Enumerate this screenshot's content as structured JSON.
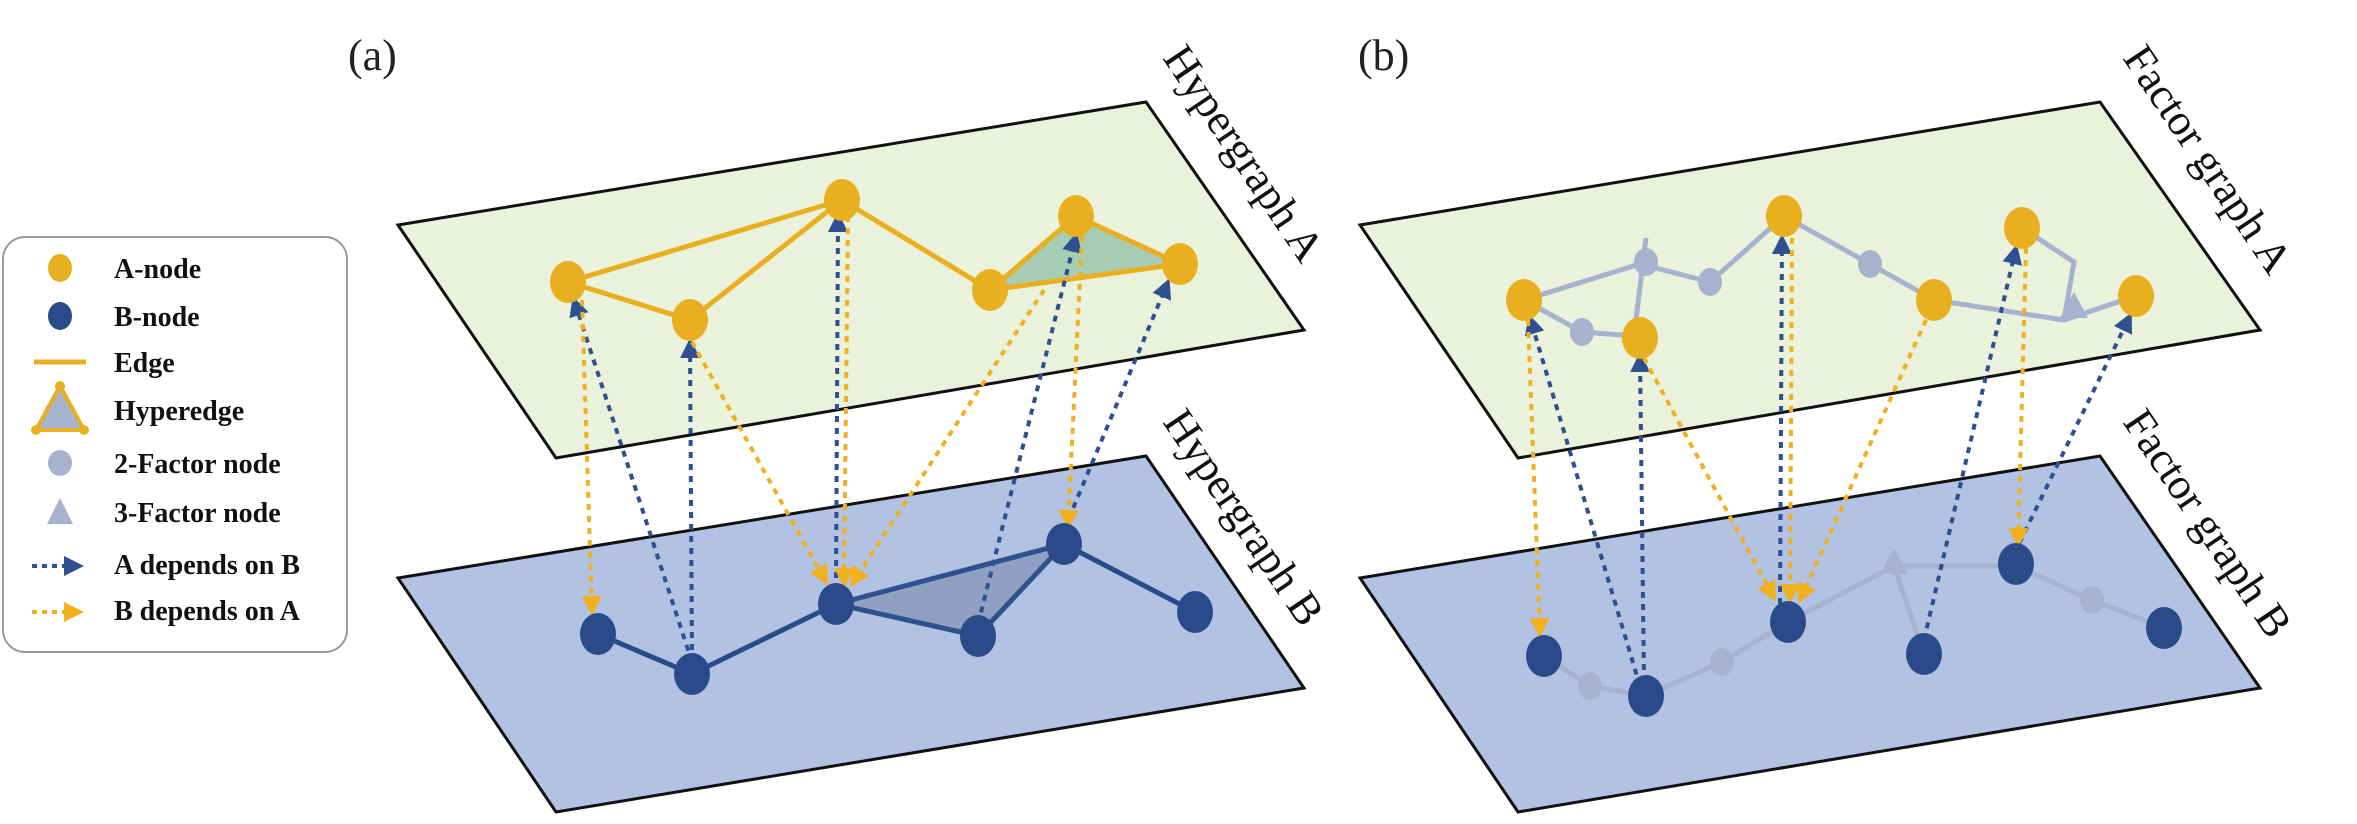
{
  "panels": {
    "a": {
      "label": "(a)",
      "top_plane": "Hypergraph A",
      "bottom_plane": "Hypergraph B"
    },
    "b": {
      "label": "(b)",
      "top_plane": "Factor graph A",
      "bottom_plane": "Factor graph B"
    }
  },
  "legend": {
    "items": [
      {
        "icon": "a-node-icon",
        "label": "A-node"
      },
      {
        "icon": "b-node-icon",
        "label": "B-node"
      },
      {
        "icon": "edge-icon",
        "label": "Edge"
      },
      {
        "icon": "hyperedge-icon",
        "label": "Hyperedge"
      },
      {
        "icon": "two-factor-node-icon",
        "label": "2-Factor node"
      },
      {
        "icon": "three-factor-node-icon",
        "label": "3-Factor node"
      },
      {
        "icon": "a-depends-on-b-arrow-icon",
        "label": "A depends on B"
      },
      {
        "icon": "b-depends-on-a-arrow-icon",
        "label": "B depends on A"
      }
    ]
  },
  "colors": {
    "a_node": "#E8B020",
    "b_node": "#2A4A8A",
    "plane_a": "#EAF2DC",
    "plane_b": "#B2C2E2",
    "factor": "#A7B3CE",
    "hyperedge_fill_a": "#A7CDB4",
    "hyperedge_fill_b": "#8E9FC2",
    "arrow_a_on_b": "#2E5090",
    "arrow_b_on_a": "#F0B020"
  }
}
